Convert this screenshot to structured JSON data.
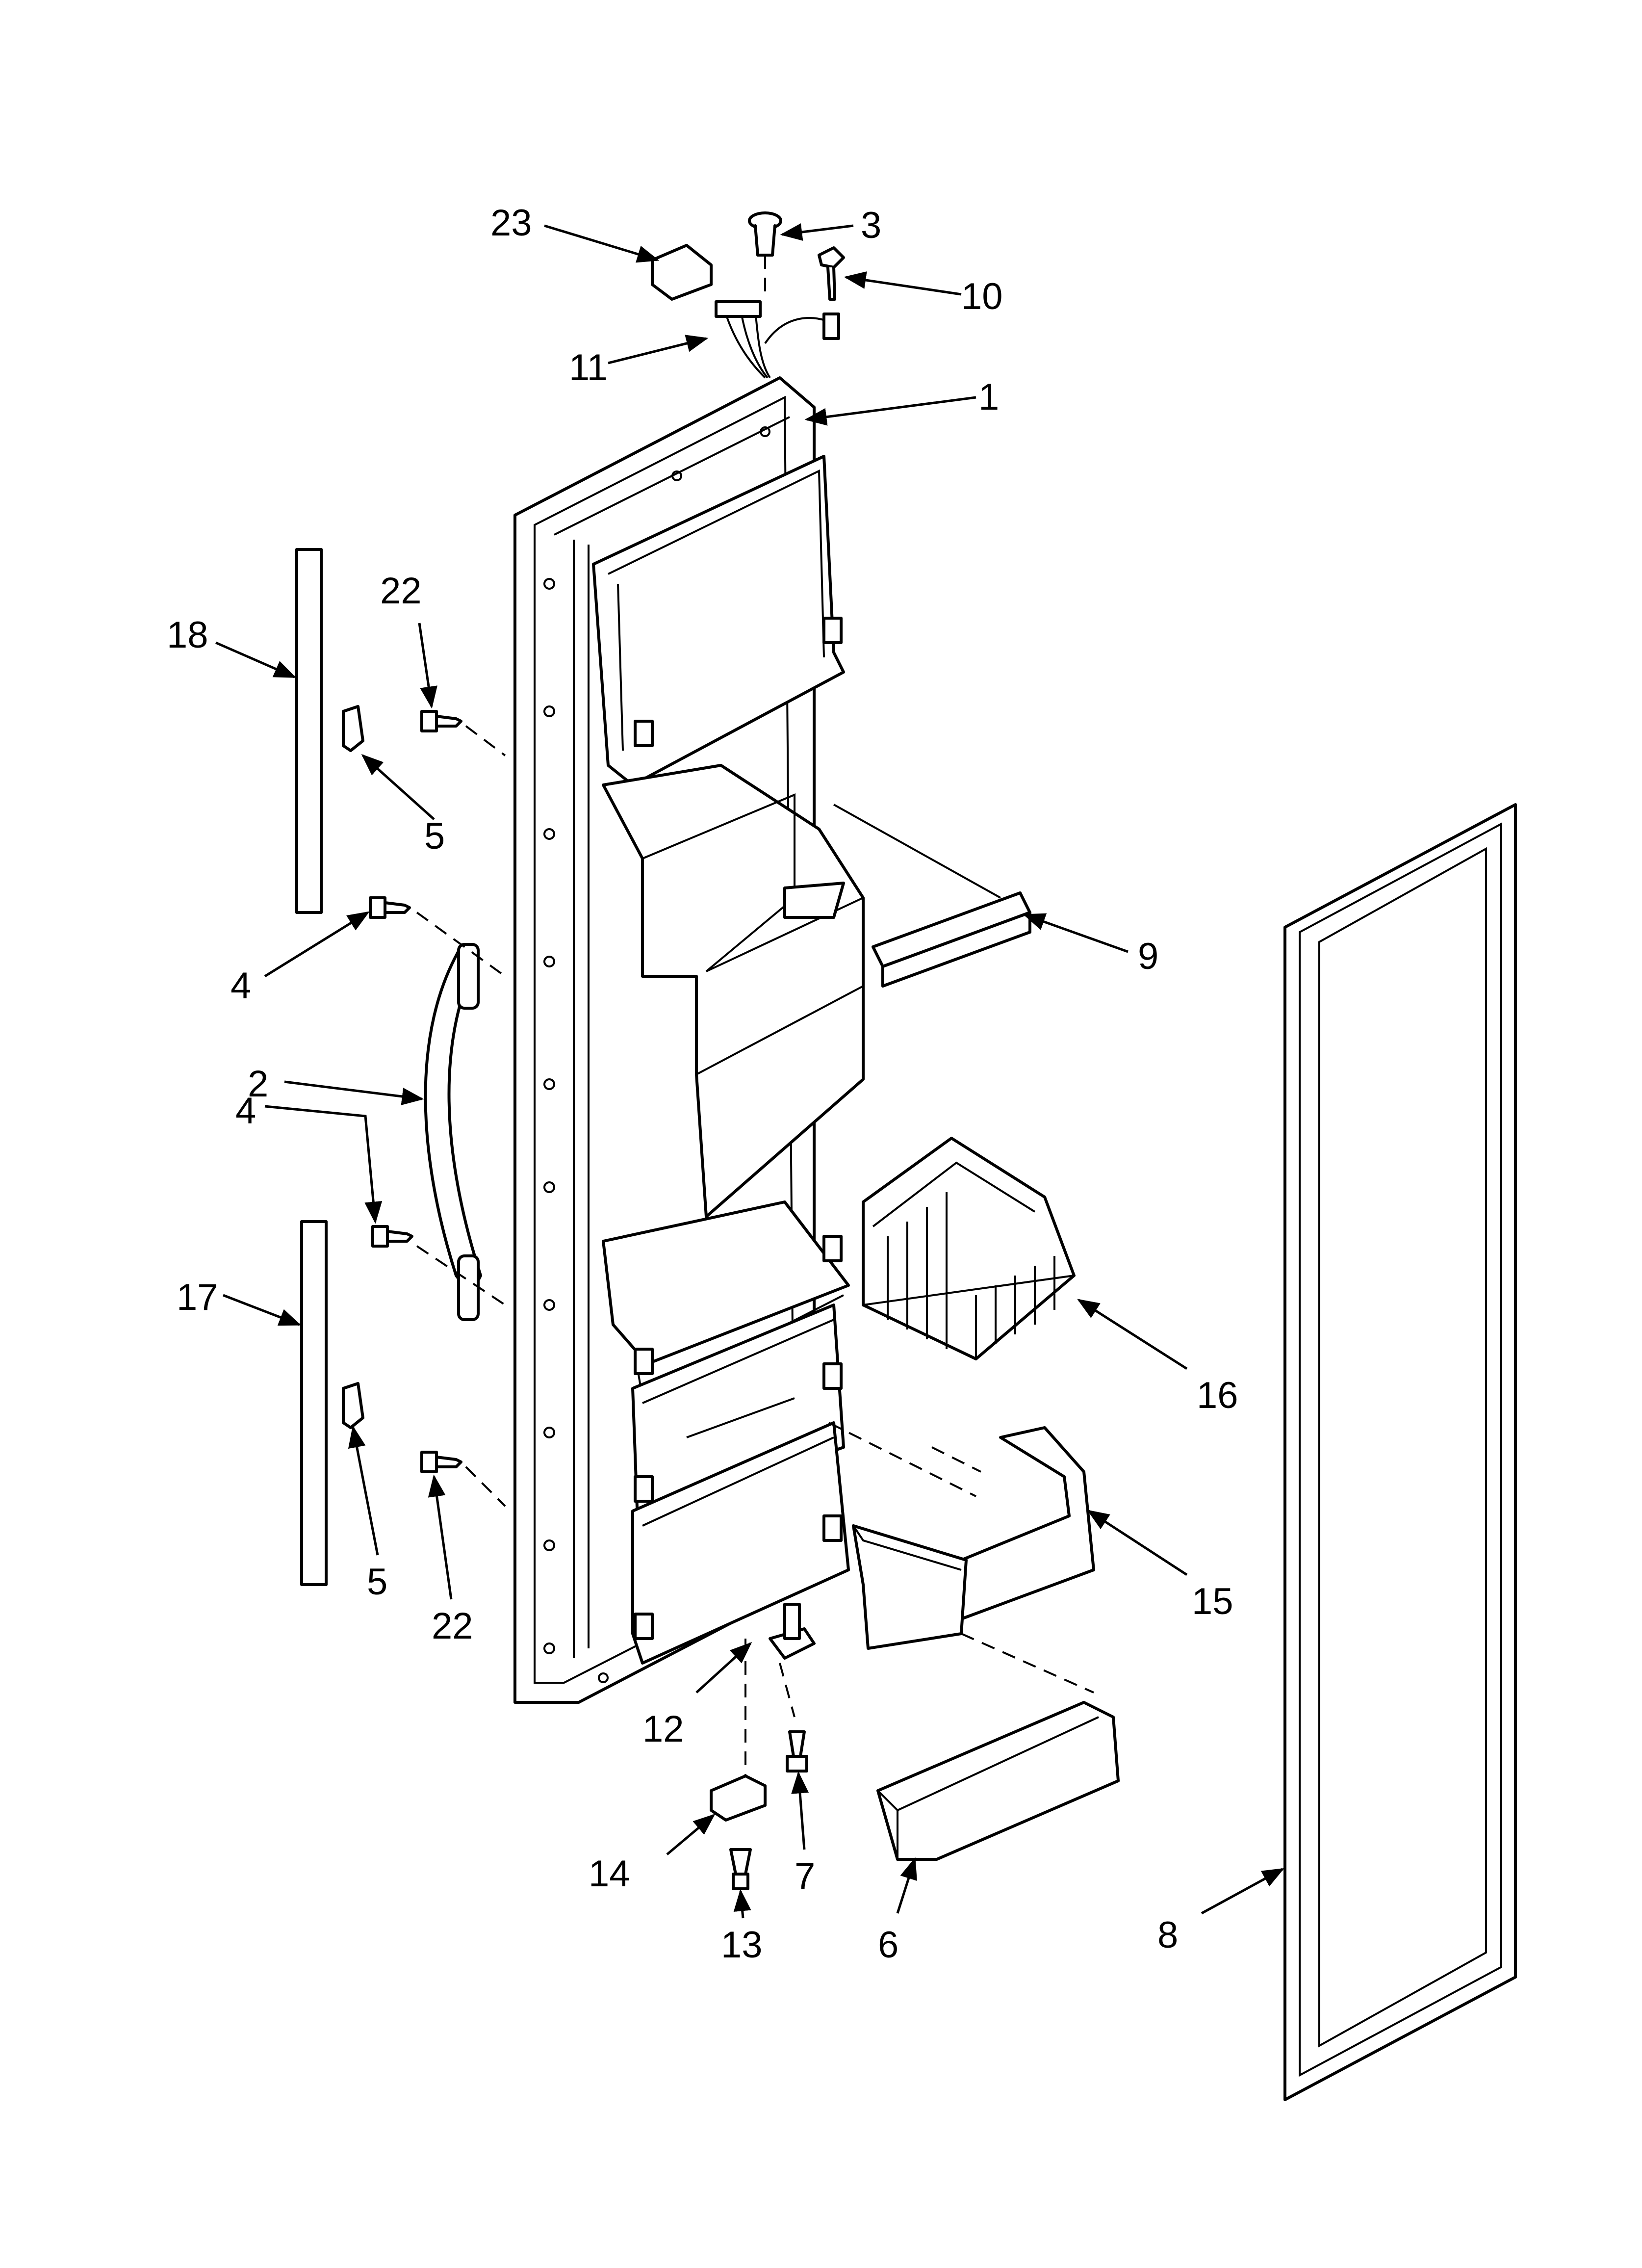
{
  "callouts": [
    {
      "id": "c1",
      "text": "1"
    },
    {
      "id": "c2",
      "text": "2"
    },
    {
      "id": "c3",
      "text": "3"
    },
    {
      "id": "c4a",
      "text": "4"
    },
    {
      "id": "c4b",
      "text": "4"
    },
    {
      "id": "c5a",
      "text": "5"
    },
    {
      "id": "c5b",
      "text": "5"
    },
    {
      "id": "c6",
      "text": "6"
    },
    {
      "id": "c7",
      "text": "7"
    },
    {
      "id": "c8",
      "text": "8"
    },
    {
      "id": "c9",
      "text": "9"
    },
    {
      "id": "c10",
      "text": "10"
    },
    {
      "id": "c11",
      "text": "11"
    },
    {
      "id": "c12",
      "text": "12"
    },
    {
      "id": "c13",
      "text": "13"
    },
    {
      "id": "c14",
      "text": "14"
    },
    {
      "id": "c15",
      "text": "15"
    },
    {
      "id": "c16",
      "text": "16"
    },
    {
      "id": "c17",
      "text": "17"
    },
    {
      "id": "c18",
      "text": "18"
    },
    {
      "id": "c22a",
      "text": "22"
    },
    {
      "id": "c22b",
      "text": "22"
    },
    {
      "id": "c23",
      "text": "23"
    }
  ]
}
